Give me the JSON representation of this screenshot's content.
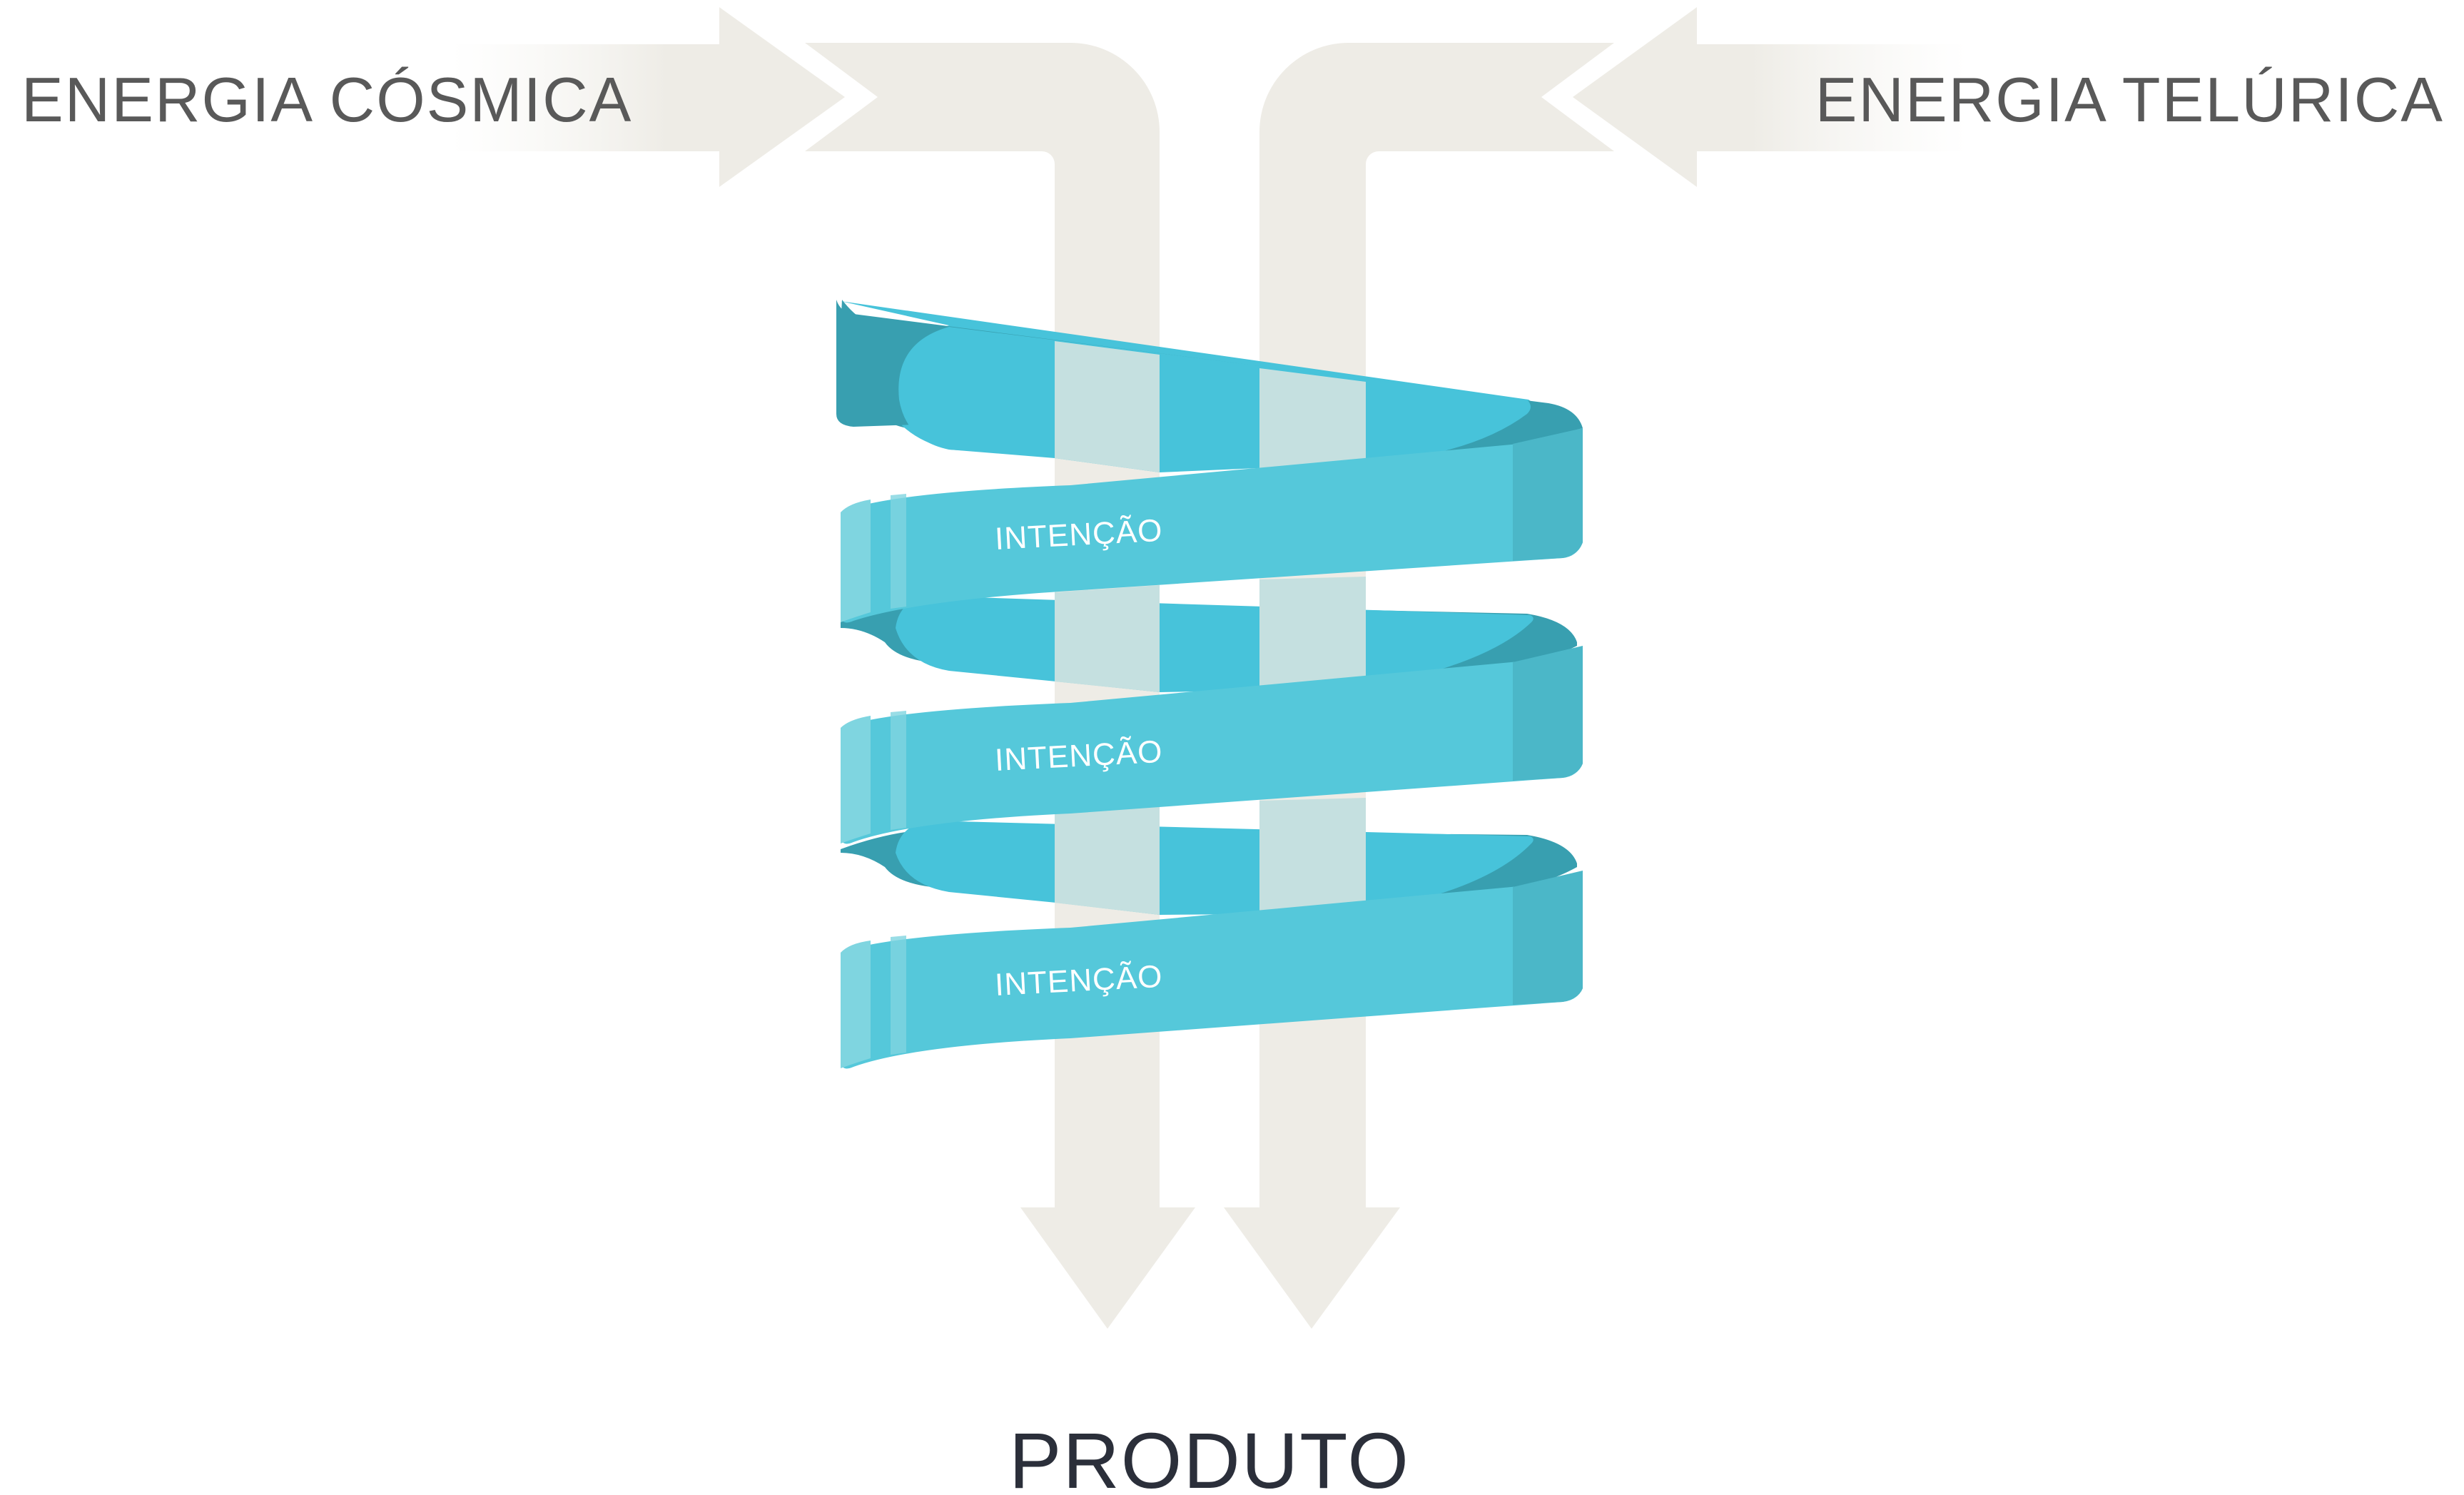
{
  "labels": {
    "cosmic_energy": "ENERGIA CÓSMICA",
    "telluric_energy": "ENERGIA TELÚRICA",
    "product": "PRODUTO",
    "intent_1": "INTENÇÃO",
    "intent_2": "INTENÇÃO",
    "intent_3": "INTENÇÃO"
  },
  "colors": {
    "arrow_fill": "#eeece6",
    "arrow_overlay": "#c5e0e0",
    "ribbon_front": "#55c8da",
    "ribbon_back": "#47c3da",
    "ribbon_dark": "#389fb0",
    "ribbon_edge_light": "#7fd5e0",
    "ribbon_edge_right": "#4bb7c8",
    "text_gray": "#595959",
    "text_dark": "#2b2f3a"
  }
}
